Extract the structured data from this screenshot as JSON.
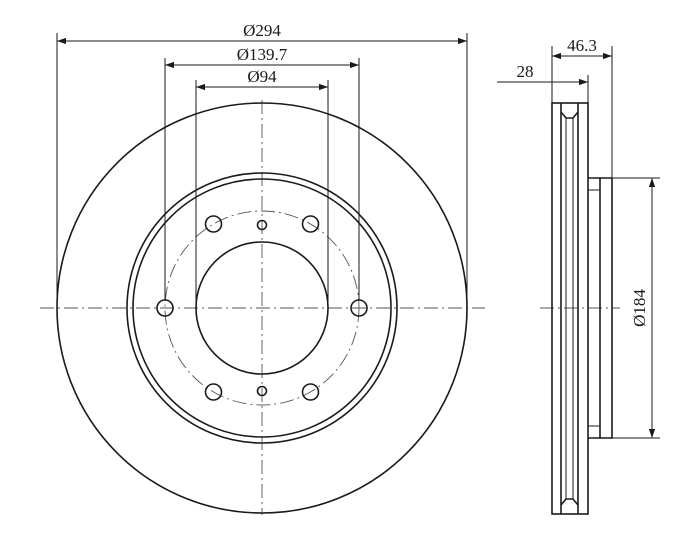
{
  "dimensions": {
    "outer_diameter": "Ø294",
    "bolt_circle_diameter": "Ø139.7",
    "center_bore_diameter": "Ø94",
    "total_height": "46.3",
    "disc_thickness": "28",
    "hat_diameter": "Ø184"
  },
  "colors": {
    "line": "#1a1a1a",
    "centerline": "#555555",
    "background": "#ffffff"
  },
  "features": {
    "bolt_holes": 6,
    "locator_holes": 2,
    "ventilated": true
  }
}
